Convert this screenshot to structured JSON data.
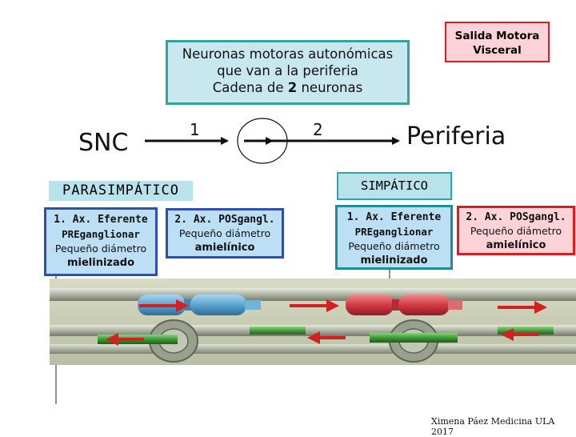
{
  "title": {
    "line1": "Neuronas motoras autonómicas",
    "line2": "que van a la periferia",
    "line3_prefix": "Cadena de ",
    "line3_num": "2",
    "line3_suffix": " neuronas"
  },
  "salida": {
    "line1": "Salida Motora",
    "line2": "Visceral"
  },
  "pathway": {
    "origin": "SNC",
    "destination": "Periferia",
    "neuron1": "1",
    "neuron2": "2"
  },
  "parasimpatico": {
    "heading": "PARASIMPÁTICO",
    "pre": {
      "number": "1. Ax. Eferente",
      "name": "PREganglionar",
      "diameter": "Pequeño diámetro",
      "myelin": "mielinizado"
    },
    "post": {
      "number": "2. Ax. POSgangl.",
      "diameter": "Pequeño diámetro",
      "myelin": "amielínico"
    }
  },
  "simpatico": {
    "heading": "SIMPÁTICO",
    "pre": {
      "number": "1. Ax. Eferente",
      "name": "PREganglionar",
      "diameter": "Pequeño diámetro",
      "myelin": "mielinizado"
    },
    "post": {
      "number": "2. Ax. POSgangl.",
      "diameter": "Pequeño diámetro",
      "myelin": "amielínico"
    }
  },
  "credit": "Ximena Páez Medicina ULA 2017",
  "colors": {
    "title_bg": "#c9e7ef",
    "title_border": "#2fa59e",
    "salida_bg": "#fdd2d9",
    "salida_border": "#d92020",
    "box_blue_bg": "#bcdff4",
    "box_blue_border": "#2f4fa8",
    "box_teal_border": "#1f8f97",
    "axon_blue": "#6fb3d8",
    "axon_red": "#d9434e",
    "axon_green": "#3a9a32",
    "arrow_red": "#d42020"
  },
  "icons": [
    "arrow-right-icon",
    "neuron-circle-icon",
    "leader-line"
  ]
}
